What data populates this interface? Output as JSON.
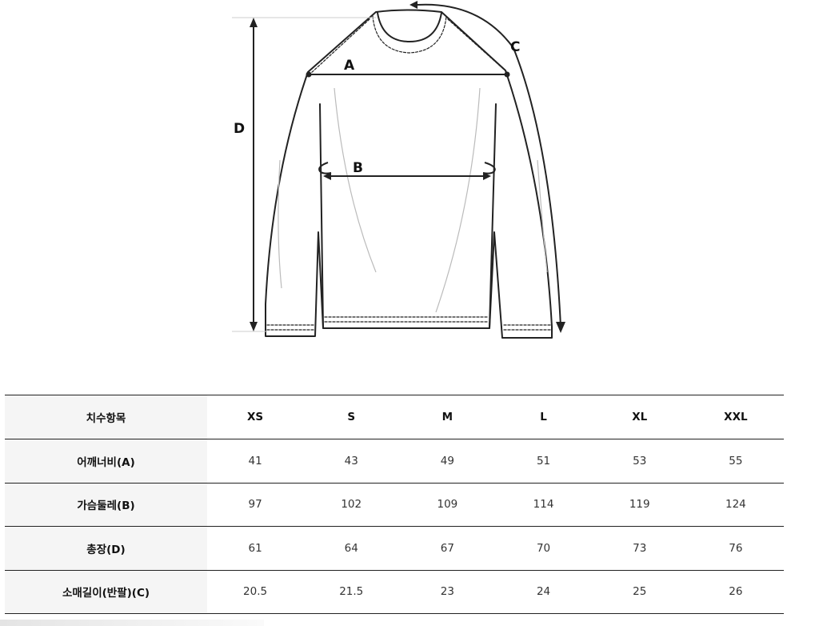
{
  "diagram": {
    "labels": {
      "a": "A",
      "b": "B",
      "c": "C",
      "d": "D"
    },
    "line_color": "#222222",
    "sketch_color": "#bbbbbb"
  },
  "table": {
    "header_label": "치수항목",
    "sizes": [
      "XS",
      "S",
      "M",
      "L",
      "XL",
      "XXL"
    ],
    "rows": [
      {
        "label": "어깨너비(A)",
        "values": [
          "41",
          "43",
          "49",
          "51",
          "53",
          "55"
        ]
      },
      {
        "label": "가슴둘레(B)",
        "values": [
          "97",
          "102",
          "109",
          "114",
          "119",
          "124"
        ]
      },
      {
        "label": "총장(D)",
        "values": [
          "61",
          "64",
          "67",
          "70",
          "73",
          "76"
        ]
      },
      {
        "label": "소매길이(반팔)(C)",
        "values": [
          "20.5",
          "21.5",
          "23",
          "24",
          "25",
          "26"
        ]
      }
    ],
    "label_bg": "#f5f5f5"
  }
}
